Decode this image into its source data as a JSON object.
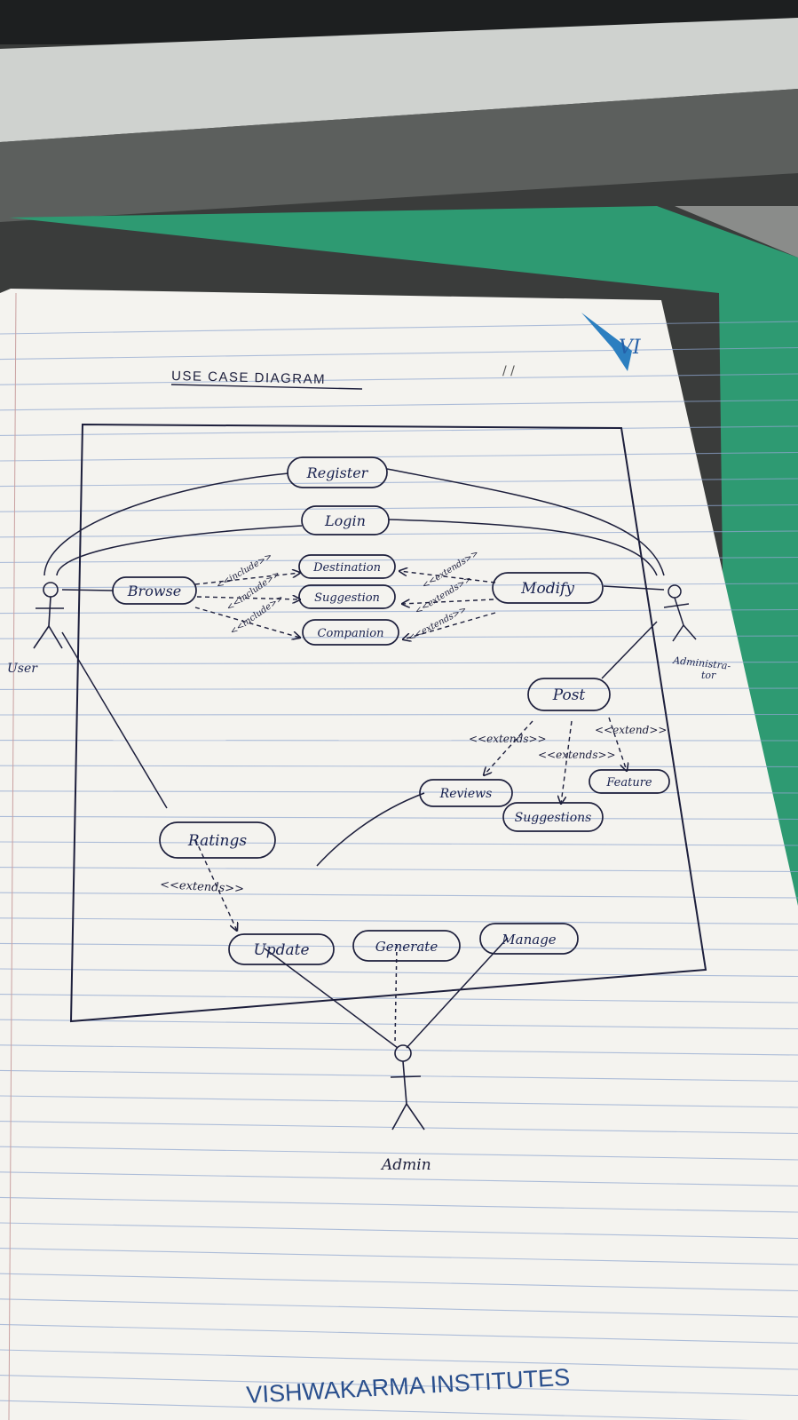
{
  "title": "USE CASE DIAGRAM",
  "page_marks": "/ /",
  "logo": {
    "letters": "VI"
  },
  "footer": "VISHWAKARMA INSTITUTES",
  "actors": {
    "user": "User",
    "administrator_line1": "Administra-",
    "administrator_line2": "tor",
    "admin": "Admin"
  },
  "use_cases": {
    "register": "Register",
    "login": "Login",
    "browse": "Browse",
    "destination": "Destination",
    "suggestion": "Suggestion",
    "companion": "Companion",
    "modify": "Modify",
    "post": "Post",
    "reviews": "Reviews",
    "suggestions": "Suggestions",
    "feature": "Feature",
    "ratings": "Ratings",
    "update": "Update",
    "generate": "Generate",
    "manage": "Manage"
  },
  "relations": {
    "include": "<<include>>",
    "extends": "<<extends>>",
    "extend": "<<extend>>",
    "extends_double": "<<extends>>"
  },
  "colors": {
    "paper": "#f4f3ef",
    "rule_line": "#8fa6cf",
    "ink": "#1d1f3c",
    "folder_green": "#2e9a72",
    "footer_blue": "#2a4f8d"
  }
}
